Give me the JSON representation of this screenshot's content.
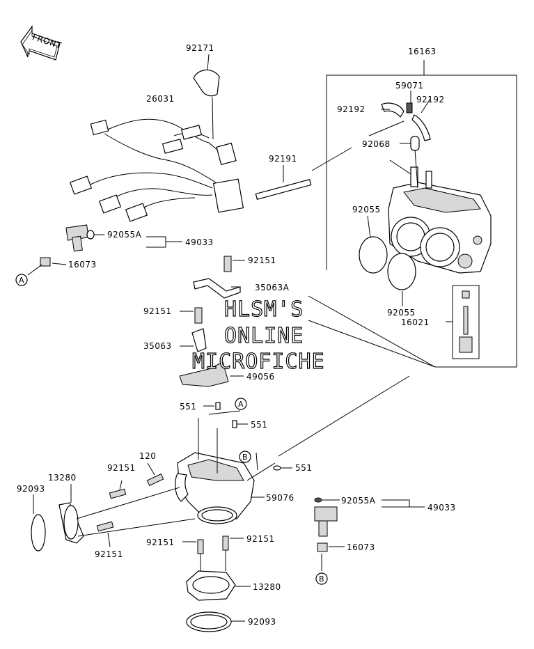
{
  "front_arrow": {
    "text": "FRONT"
  },
  "labels": [
    {
      "id": "p92171",
      "text": "92171"
    },
    {
      "id": "p26031",
      "text": "26031"
    },
    {
      "id": "p16163",
      "text": "16163"
    },
    {
      "id": "p59071",
      "text": "59071"
    },
    {
      "id": "p92192a",
      "text": "92192"
    },
    {
      "id": "p92192b",
      "text": "92192"
    },
    {
      "id": "p92068",
      "text": "92068"
    },
    {
      "id": "p92191",
      "text": "92191"
    },
    {
      "id": "p92055a",
      "text": "92055"
    },
    {
      "id": "p92055A1",
      "text": "92055A"
    },
    {
      "id": "p49033a",
      "text": "49033"
    },
    {
      "id": "p16073a",
      "text": "16073"
    },
    {
      "id": "p92151a",
      "text": "92151"
    },
    {
      "id": "p35063A",
      "text": "35063A"
    },
    {
      "id": "p92151b",
      "text": "92151"
    },
    {
      "id": "p92055b",
      "text": "92055"
    },
    {
      "id": "p16021",
      "text": "16021"
    },
    {
      "id": "p35063",
      "text": "35063"
    },
    {
      "id": "p49056",
      "text": "49056"
    },
    {
      "id": "p551a",
      "text": "551"
    },
    {
      "id": "p551b",
      "text": "551"
    },
    {
      "id": "p551c",
      "text": "551"
    },
    {
      "id": "p120",
      "text": "120"
    },
    {
      "id": "p92151c",
      "text": "92151"
    },
    {
      "id": "p13280a",
      "text": "13280"
    },
    {
      "id": "p92093a",
      "text": "92093"
    },
    {
      "id": "p59076",
      "text": "59076"
    },
    {
      "id": "p92055A2",
      "text": "92055A"
    },
    {
      "id": "p49033b",
      "text": "49033"
    },
    {
      "id": "p92151d",
      "text": "92151"
    },
    {
      "id": "p92151e",
      "text": "92151"
    },
    {
      "id": "p92151f",
      "text": "92151"
    },
    {
      "id": "p16073b",
      "text": "16073"
    },
    {
      "id": "p13280b",
      "text": "13280"
    },
    {
      "id": "p92093b",
      "text": "92093"
    }
  ],
  "callouts": [
    {
      "id": "calloutA1",
      "text": "A"
    },
    {
      "id": "calloutA2",
      "text": "A"
    },
    {
      "id": "calloutB1",
      "text": "B"
    },
    {
      "id": "calloutB2",
      "text": "B"
    }
  ],
  "watermark": {
    "line1": "HLSM'S",
    "line2": "ONLINE",
    "line3": "MICROFICHE"
  }
}
